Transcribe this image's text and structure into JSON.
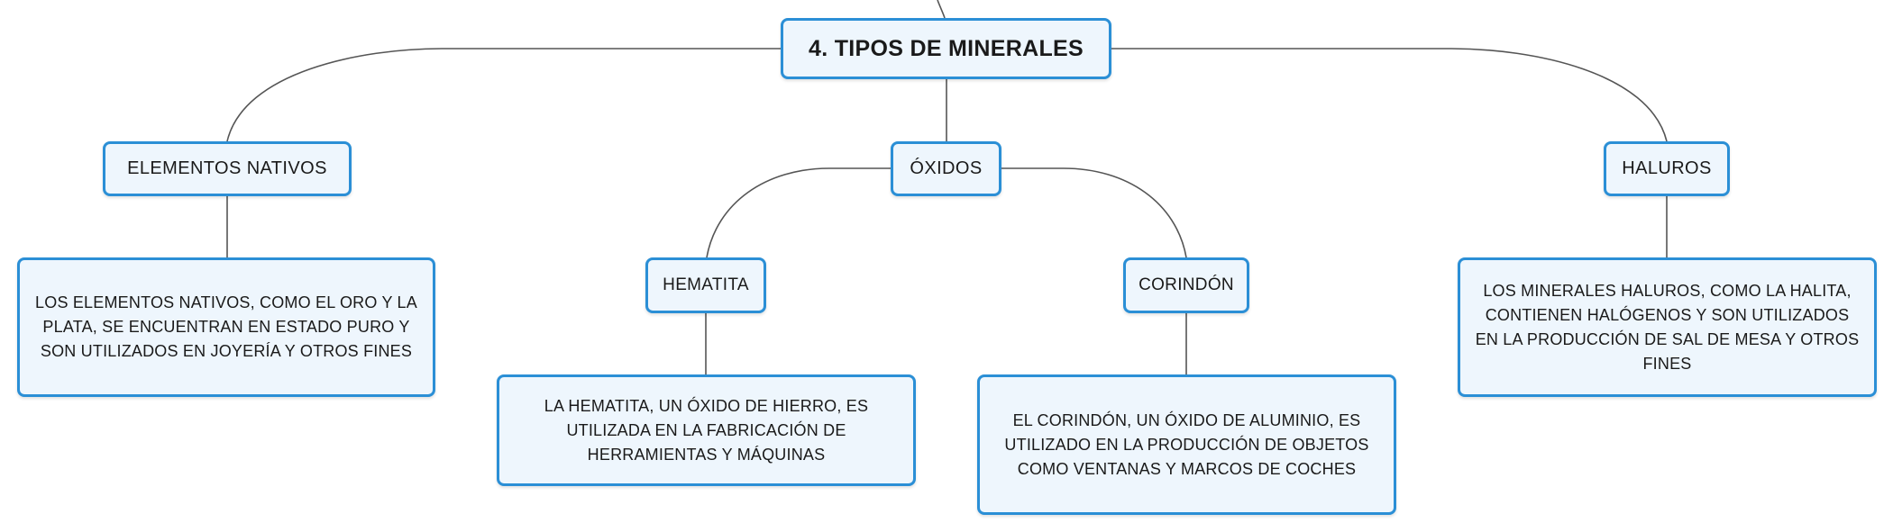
{
  "mindmap": {
    "root": {
      "label": "4. TIPOS DE MINERALES"
    },
    "branches": [
      {
        "label": "ELEMENTOS NATIVOS",
        "description": "LOS ELEMENTOS NATIVOS, COMO EL ORO Y LA PLATA, SE ENCUENTRAN EN ESTADO PURO Y SON UTILIZADOS EN JOYERÍA Y OTROS FINES"
      },
      {
        "label": "ÓXIDOS",
        "children": [
          {
            "label": "HEMATITA",
            "description": "LA HEMATITA, UN ÓXIDO DE HIERRO, ES UTILIZADA EN LA FABRICACIÓN DE HERRAMIENTAS Y MÁQUINAS"
          },
          {
            "label": "CORINDÓN",
            "description": "EL CORINDÓN, UN ÓXIDO DE ALUMINIO, ES UTILIZADO EN LA PRODUCCIÓN DE OBJETOS COMO VENTANAS Y MARCOS DE COCHES"
          }
        ]
      },
      {
        "label": "HALUROS",
        "description": "LOS MINERALES HALUROS, COMO LA HALITA, CONTIENEN HALÓGENOS Y SON UTILIZADOS EN LA PRODUCCIÓN DE SAL DE MESA Y OTROS FINES"
      }
    ]
  },
  "colors": {
    "node_border": "#2b8fd6",
    "node_fill": "#eef6fd",
    "connector": "#555555",
    "text": "#1a1a1a"
  }
}
